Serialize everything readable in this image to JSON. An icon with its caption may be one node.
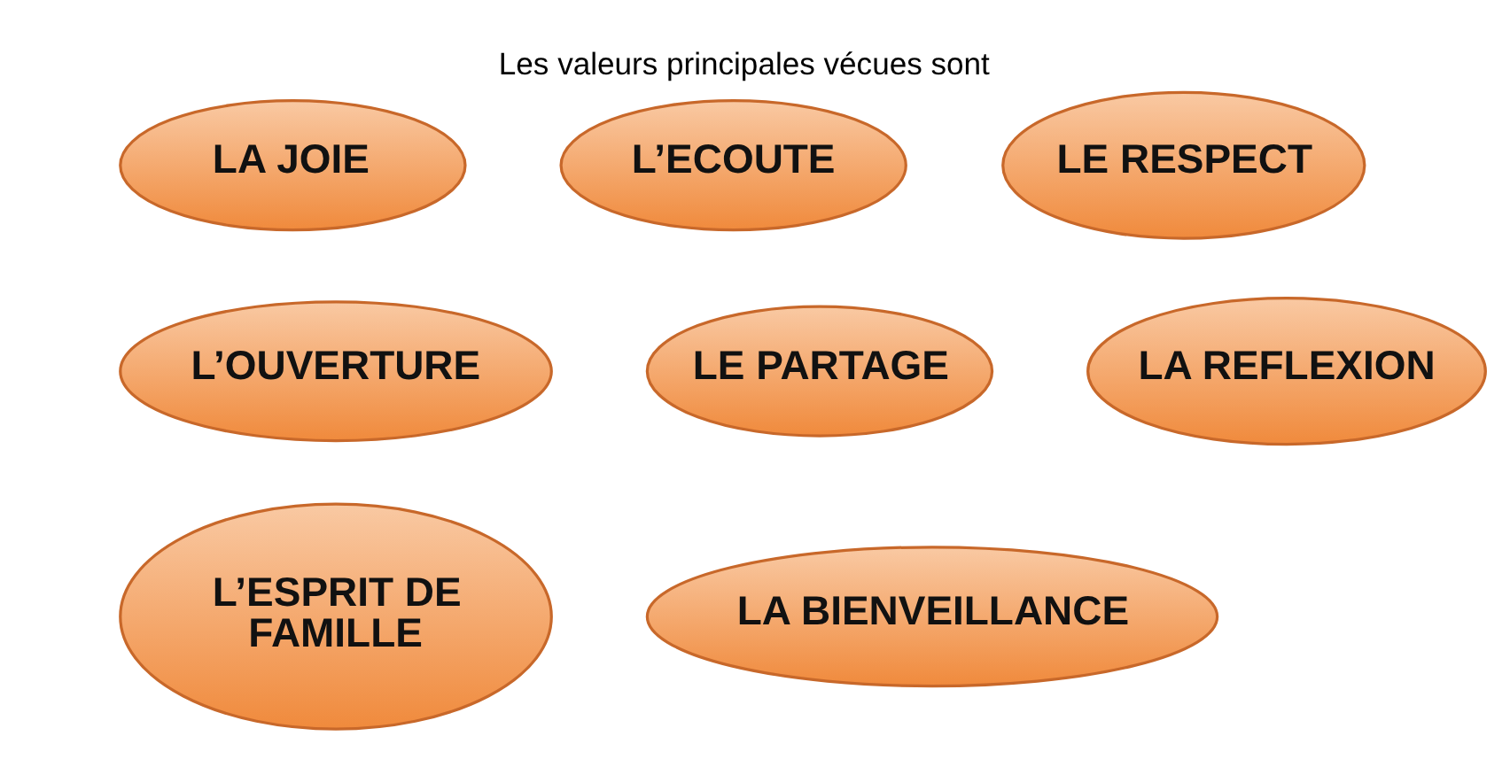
{
  "diagram": {
    "title": "Les valeurs principales vécues sont",
    "nodes": [
      {
        "text": [
          "LA JOIE"
        ]
      },
      {
        "text": [
          "L’ECOUTE"
        ]
      },
      {
        "text": [
          "LE RESPECT"
        ]
      },
      {
        "text": [
          "L’OUVERTURE"
        ]
      },
      {
        "text": [
          "LE PARTAGE"
        ]
      },
      {
        "text": [
          "LA REFLEXION"
        ]
      },
      {
        "text": [
          "L’ESPRIT DE FAMILLE"
        ]
      },
      {
        "text": [
          "LA BIENVEILLANCE"
        ]
      }
    ]
  }
}
